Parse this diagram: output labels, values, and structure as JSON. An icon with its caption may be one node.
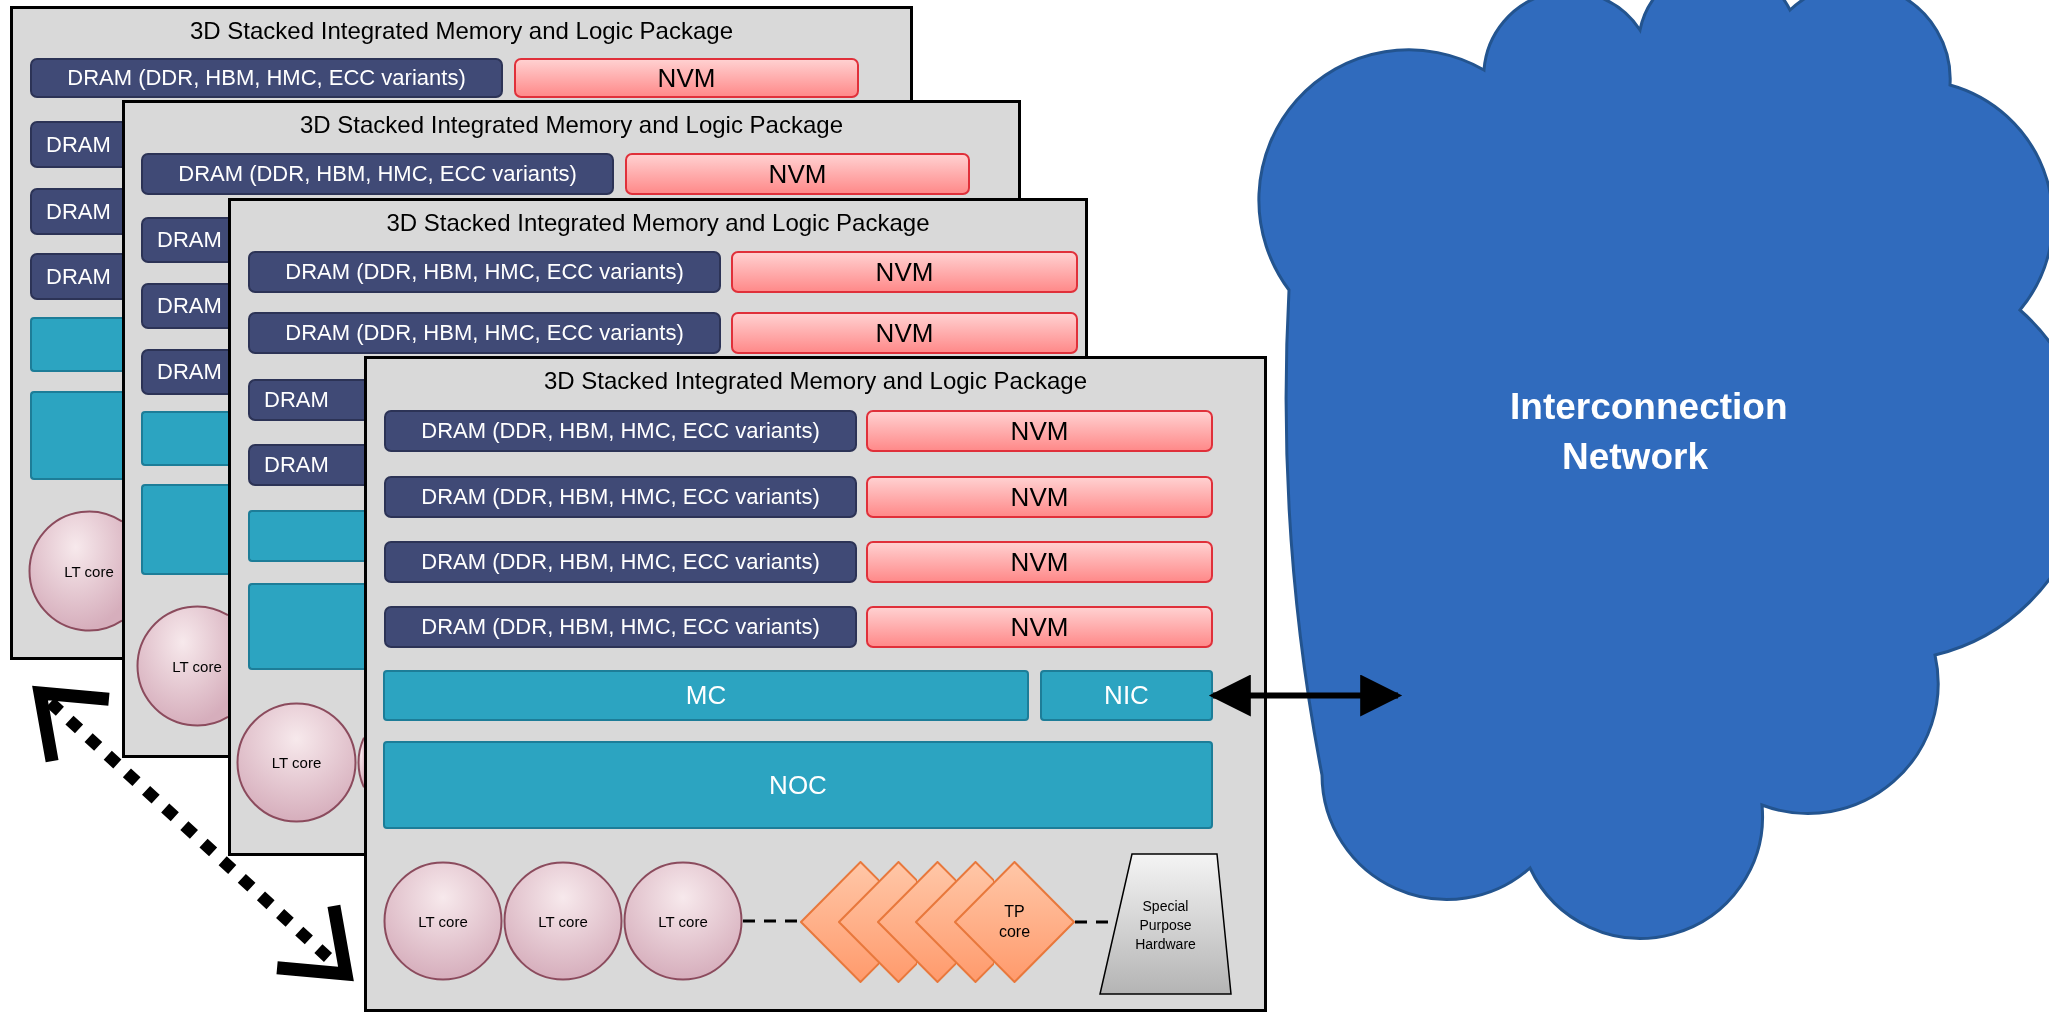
{
  "diagram": {
    "nodes": [
      {
        "text": [
          "3D Stacked Integrated Memory and Logic Package"
        ]
      },
      {
        "text": [
          "DRAM (DDR, HBM, HMC, ECC variants)"
        ],
        "in": 0
      },
      {
        "text": [
          "NVM"
        ],
        "in": 0
      },
      {
        "text": [
          "DRAM"
        ]
      },
      {
        "text": [
          "DRAM"
        ]
      },
      {
        "text": [
          "DRAM"
        ]
      },
      {
        "text": [],
        "shape": "box"
      },
      {
        "text": [],
        "shape": "box"
      },
      {
        "text": [
          "LT core"
        ]
      },
      {
        "text": [
          "3D Stacked Integrated Memory and Logic Package"
        ]
      },
      {
        "text": [
          "DRAM (DDR, HBM, HMC, ECC variants)"
        ],
        "in": 9
      },
      {
        "text": [
          "NVM"
        ],
        "in": 9
      },
      {
        "text": [
          "DRAM"
        ]
      },
      {
        "text": [
          "DRAM"
        ]
      },
      {
        "text": [
          "DRAM"
        ]
      },
      {
        "text": [],
        "shape": "box"
      },
      {
        "text": [],
        "shape": "box"
      },
      {
        "text": [
          "LT core"
        ]
      },
      {
        "text": [
          "3D Stacked Integrated Memory and Logic Package"
        ]
      },
      {
        "text": [
          "DRAM (DDR, HBM, HMC, ECC variants)"
        ],
        "in": 18
      },
      {
        "text": [
          "NVM"
        ],
        "in": 18
      },
      {
        "text": [
          "DRAM (DDR, HBM, HMC, ECC variants)"
        ],
        "in": 18
      },
      {
        "text": [
          "NVM"
        ],
        "in": 18
      },
      {
        "text": [
          "DRAM"
        ]
      },
      {
        "text": [
          "DRAM"
        ]
      },
      {
        "text": [],
        "shape": "box"
      },
      {
        "text": [],
        "shape": "box"
      },
      {
        "text": [
          "LT core"
        ]
      },
      {
        "text": [],
        "shape": "circle"
      },
      {
        "text": [
          "3D Stacked Integrated Memory and Logic Package"
        ]
      },
      {
        "text": [
          "DRAM (DDR, HBM, HMC, ECC variants)"
        ],
        "in": 29
      },
      {
        "text": [
          "NVM"
        ],
        "in": 29
      },
      {
        "text": [
          "DRAM (DDR, HBM, HMC, ECC variants)"
        ],
        "in": 29
      },
      {
        "text": [
          "NVM"
        ],
        "in": 29
      },
      {
        "text": [
          "DRAM (DDR, HBM, HMC, ECC variants)"
        ],
        "in": 29
      },
      {
        "text": [
          "NVM"
        ],
        "in": 29
      },
      {
        "text": [
          "DRAM (DDR, HBM, HMC, ECC variants)"
        ],
        "in": 29
      },
      {
        "text": [
          "NVM"
        ],
        "in": 29
      },
      {
        "text": [
          "MC"
        ],
        "in": 29
      },
      {
        "text": [
          "NIC"
        ],
        "in": 29
      },
      {
        "text": [
          "NOC"
        ],
        "in": 29
      },
      {
        "text": [
          "LT core"
        ],
        "in": 29
      },
      {
        "text": [
          "LT core"
        ],
        "in": 29
      },
      {
        "text": [
          "LT core"
        ],
        "in": 29
      },
      {
        "text": [],
        "shape": "diamond",
        "in": 29
      },
      {
        "text": [],
        "shape": "diamond",
        "in": 29
      },
      {
        "text": [],
        "shape": "diamond",
        "in": 29
      },
      {
        "text": [],
        "shape": "diamond",
        "in": 29
      },
      {
        "text": [
          "TP core"
        ],
        "in": 29
      },
      {
        "text": [
          "Special Purpose Hardware"
        ],
        "in": 29
      },
      {
        "text": [
          "Interconnection Network"
        ]
      }
    ],
    "edges": [
      {
        "from": 39,
        "to": 50,
        "arrow": "both"
      },
      {
        "from": 43,
        "to": 44,
        "arrow": "none",
        "style": "dashed"
      },
      {
        "from": 48,
        "to": 49,
        "arrow": "none",
        "style": "dashed"
      }
    ]
  }
}
